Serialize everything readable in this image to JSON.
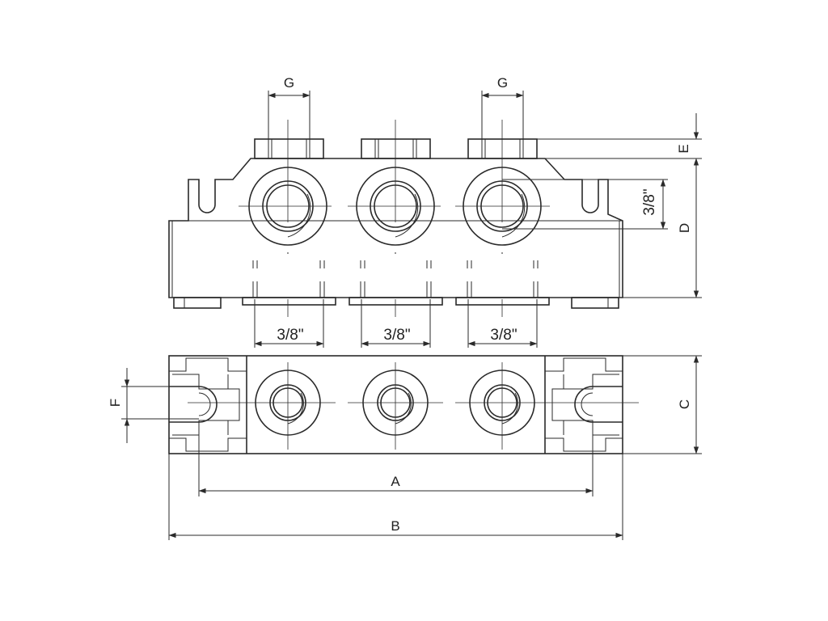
{
  "colors": {
    "line": "#2a2a2a",
    "background": "#ffffff"
  },
  "dimensions": {
    "g_left": "G",
    "g_right": "G",
    "e": "E",
    "d": "D",
    "bore_side": "3/8\"",
    "bottom_port_1": "3/8\"",
    "bottom_port_2": "3/8\"",
    "bottom_port_3": "3/8\"",
    "f": "F",
    "c": "C",
    "a": "A",
    "b": "B"
  }
}
